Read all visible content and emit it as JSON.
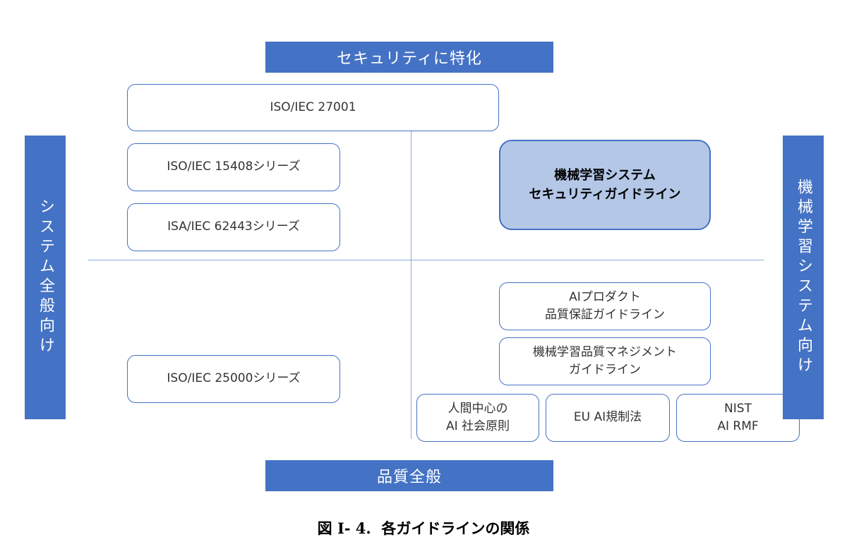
{
  "axes": {
    "top": "セキュリティに特化",
    "bottom": "品質全般",
    "left": "システム全般向け",
    "right": "機械学習システム向け"
  },
  "boxes": {
    "iso27001": "ISO/IEC 27001",
    "iso15408": "ISO/IEC 15408シリーズ",
    "isa62443": "ISA/IEC 62443シリーズ",
    "ml_security": "機械学習システム\nセキュリティガイドライン",
    "ai_product": "AIプロダクト\n品質保証ガイドライン",
    "ml_quality": "機械学習品質マネジメント\nガイドライン",
    "iso25000": "ISO/IEC 25000シリーズ",
    "human_centric": "人間中心の\nAI 社会原則",
    "eu_ai": "EU AI規制法",
    "nist": "NIST\nAI RMF"
  },
  "caption": "図 I- 4.  各ガイドラインの関係",
  "colors": {
    "axis_fill": "#4472c4",
    "highlight_fill": "#b4c7e7",
    "box_border": "#4472c4",
    "divider": "#8eaadb"
  }
}
